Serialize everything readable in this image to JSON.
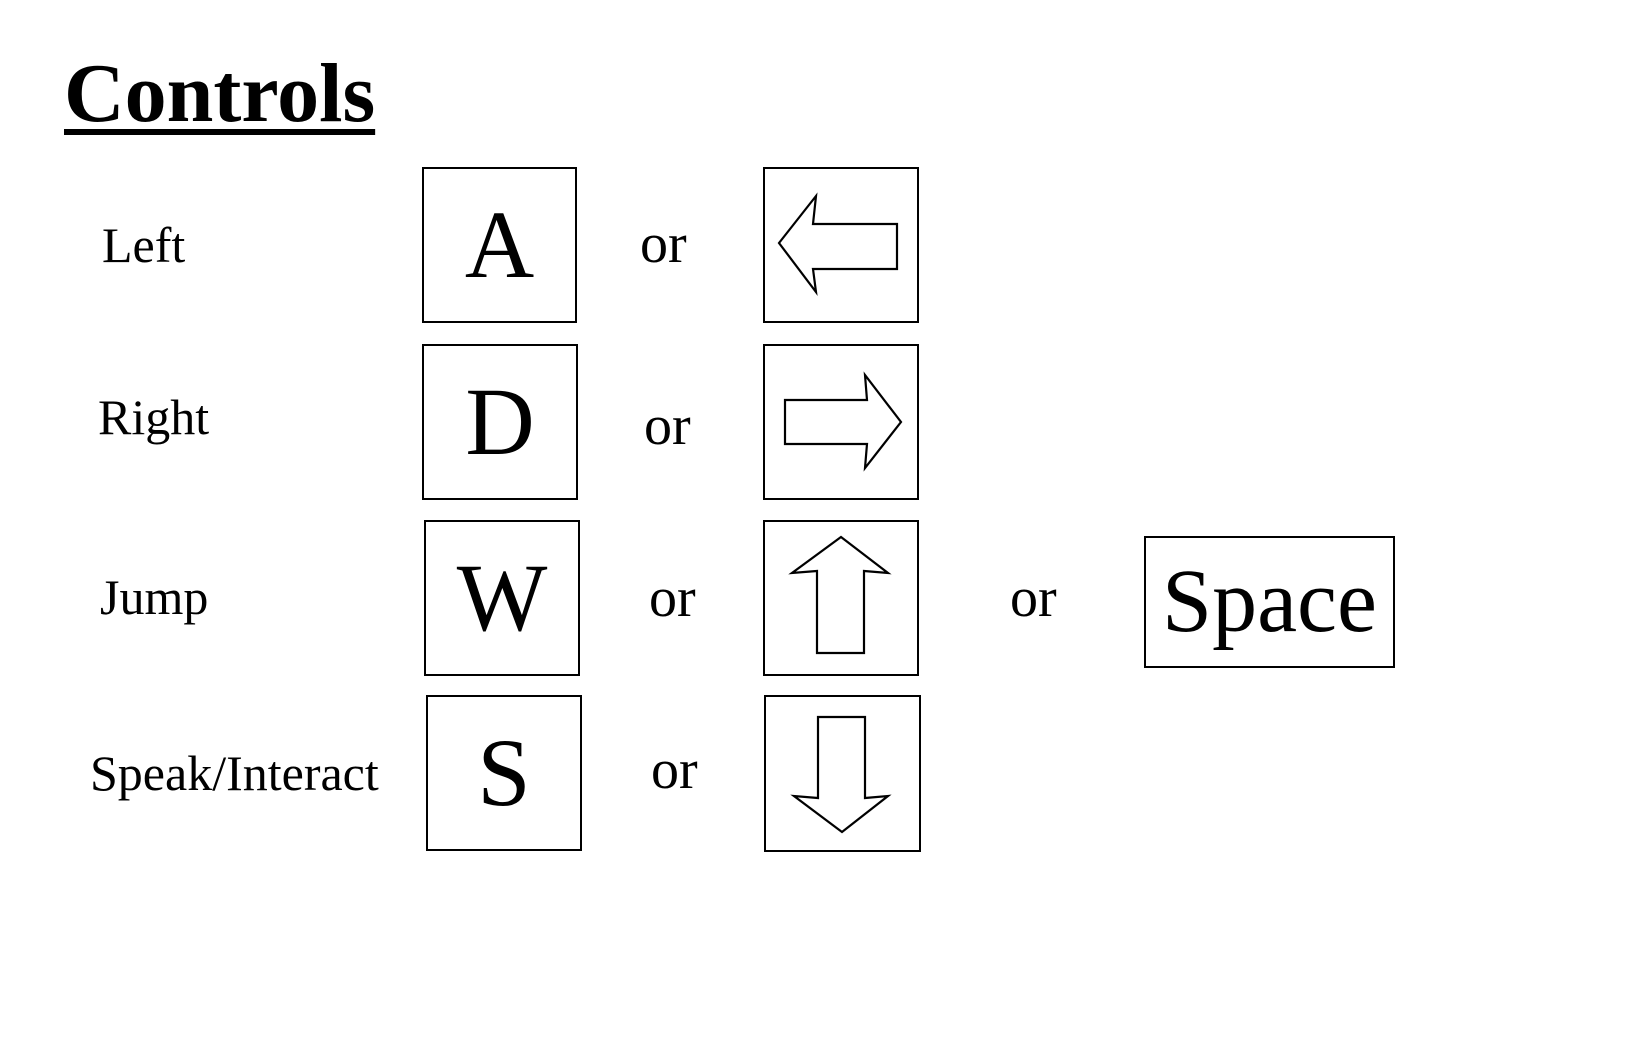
{
  "title": "Controls",
  "separator": "or",
  "controls": [
    {
      "label": "Left",
      "key": "A",
      "arrow": "left-arrow-icon"
    },
    {
      "label": "Right",
      "key": "D",
      "arrow": "right-arrow-icon"
    },
    {
      "label": "Jump",
      "key": "W",
      "arrow": "up-arrow-icon",
      "alt_key": "Space"
    },
    {
      "label": "Speak/Interact",
      "key": "S",
      "arrow": "down-arrow-icon"
    }
  ]
}
